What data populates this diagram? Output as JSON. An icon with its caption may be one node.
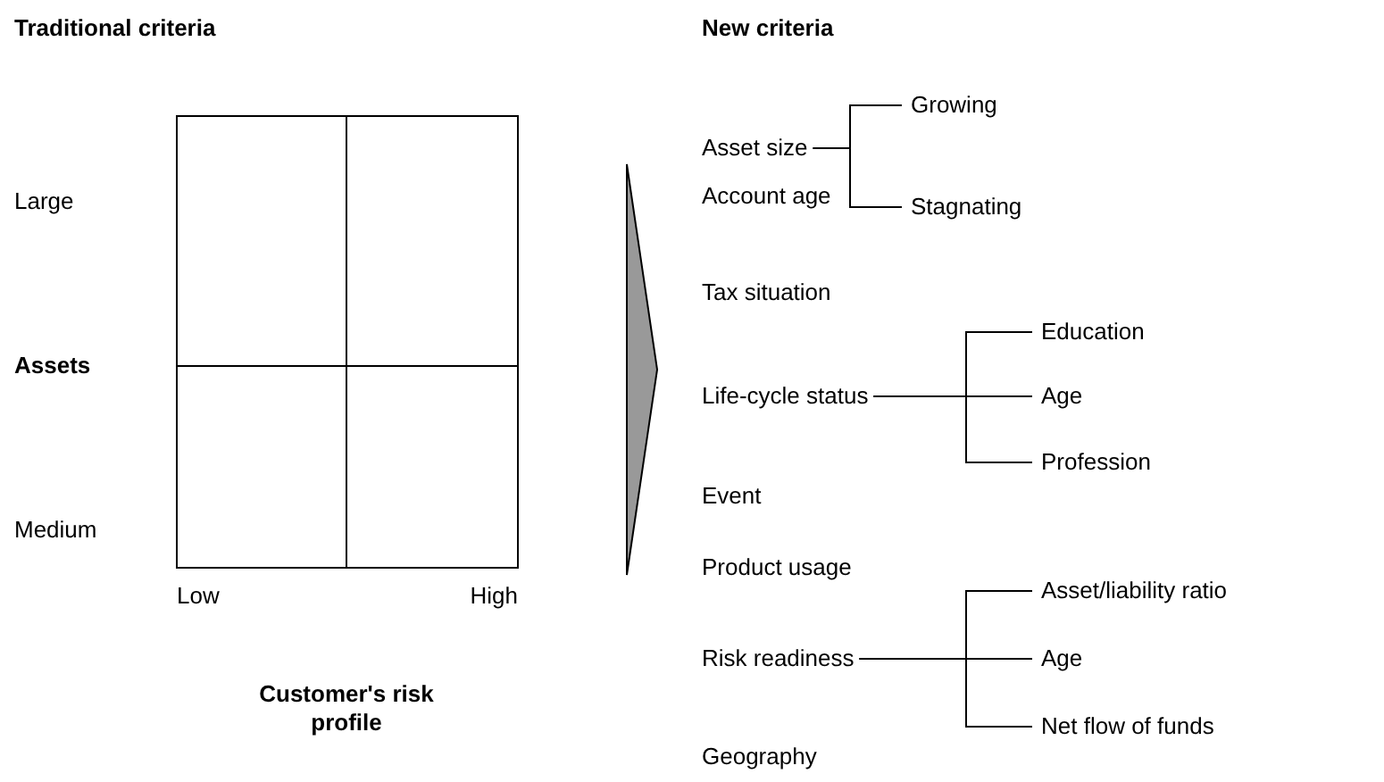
{
  "diagram": {
    "nodes": [
      {
        "text": [
          "Asset size"
        ]
      },
      {
        "text": [
          "Growing"
        ]
      },
      {
        "text": [
          "Stagnating"
        ]
      },
      {
        "text": [
          "Life-cycle status"
        ]
      },
      {
        "text": [
          "Education"
        ]
      },
      {
        "text": [
          "Age"
        ]
      },
      {
        "text": [
          "Profession"
        ]
      },
      {
        "text": [
          "Risk readiness"
        ]
      },
      {
        "text": [
          "Asset/liability ratio"
        ]
      },
      {
        "text": [
          "Age"
        ]
      },
      {
        "text": [
          "Net flow of funds"
        ]
      }
    ],
    "edges": [
      {
        "from": 0,
        "to": 1,
        "arrow": "none"
      },
      {
        "from": 0,
        "to": 2,
        "arrow": "none"
      },
      {
        "from": 3,
        "to": 4,
        "arrow": "none"
      },
      {
        "from": 3,
        "to": 5,
        "arrow": "none"
      },
      {
        "from": 3,
        "to": 6,
        "arrow": "none"
      },
      {
        "from": 7,
        "to": 8,
        "arrow": "none"
      },
      {
        "from": 7,
        "to": 9,
        "arrow": "none"
      },
      {
        "from": 7,
        "to": 10,
        "arrow": "none"
      }
    ],
    "labels": [
      "Traditional criteria",
      "Large",
      "Assets",
      "Medium",
      "Low",
      "High",
      "Customer's risk profile",
      "New criteria",
      "Account age",
      "Tax situation",
      "Event",
      "Product usage",
      "Geography"
    ]
  }
}
